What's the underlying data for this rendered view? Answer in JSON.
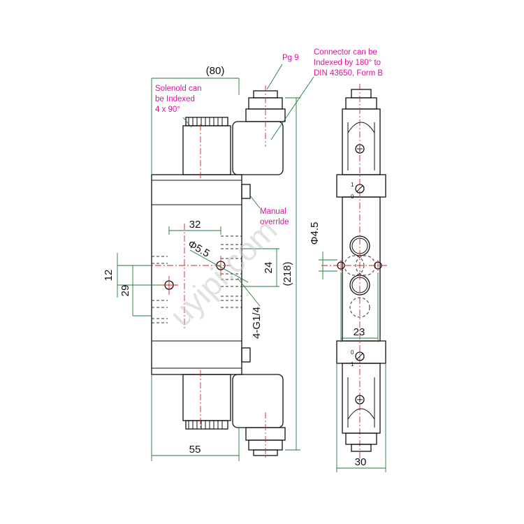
{
  "dimensions": {
    "overall_width": "(80)",
    "port_spacing": "32",
    "mount_hole": "Φ5.5",
    "dim_12": "12",
    "dim_29": "29",
    "dim_24": "24",
    "overall_height": "(218)",
    "ports": "4-G1/4",
    "bottom_width": "55",
    "side_hole": "Φ4.5",
    "side_spacing": "23",
    "side_width": "30"
  },
  "notes": {
    "solenoid": [
      "Solenold can",
      "be Indexed",
      "4 x 90°"
    ],
    "pg": "Pg 9",
    "connector": [
      "Connector can be",
      "Indexed by 180° to",
      "DIN 43650, Form B"
    ],
    "override": [
      "Manual",
      "overrlde"
    ]
  },
  "switch_marks": {
    "top": [
      "1",
      "0"
    ],
    "bottom": [
      "0",
      "1"
    ]
  },
  "watermark": "uyipi.com",
  "colors": {
    "note_text": "#e0129a",
    "dimension_line": "#1f7a3a",
    "center_line": "#d21f1f",
    "outline": "#111111"
  }
}
